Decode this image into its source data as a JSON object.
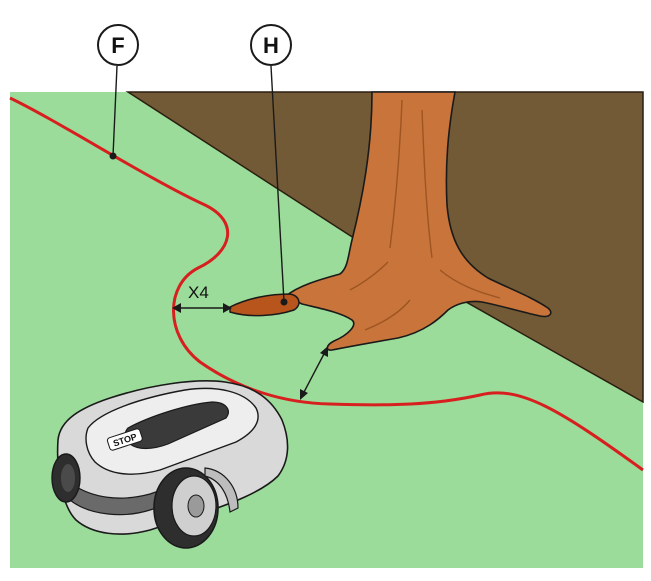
{
  "colors": {
    "lawn": "#9bdc9a",
    "wall": "#725a36",
    "wire": "#d81f1f",
    "trunk": "#c8743a",
    "trunk_shade": "#9d5522",
    "root_tip": "#b8551c",
    "robot_body": "#d9d9d9",
    "robot_top": "#eeeeee",
    "robot_dark": "#3a3a3a",
    "outline": "#1a1a1a"
  },
  "callouts": [
    {
      "id": "F",
      "label": "F",
      "points_to": "boundary-wire"
    },
    {
      "id": "H",
      "label": "H",
      "points_to": "tree-root"
    }
  ],
  "dimension": {
    "label": "X4"
  },
  "robot": {
    "button_label": "STOP"
  }
}
